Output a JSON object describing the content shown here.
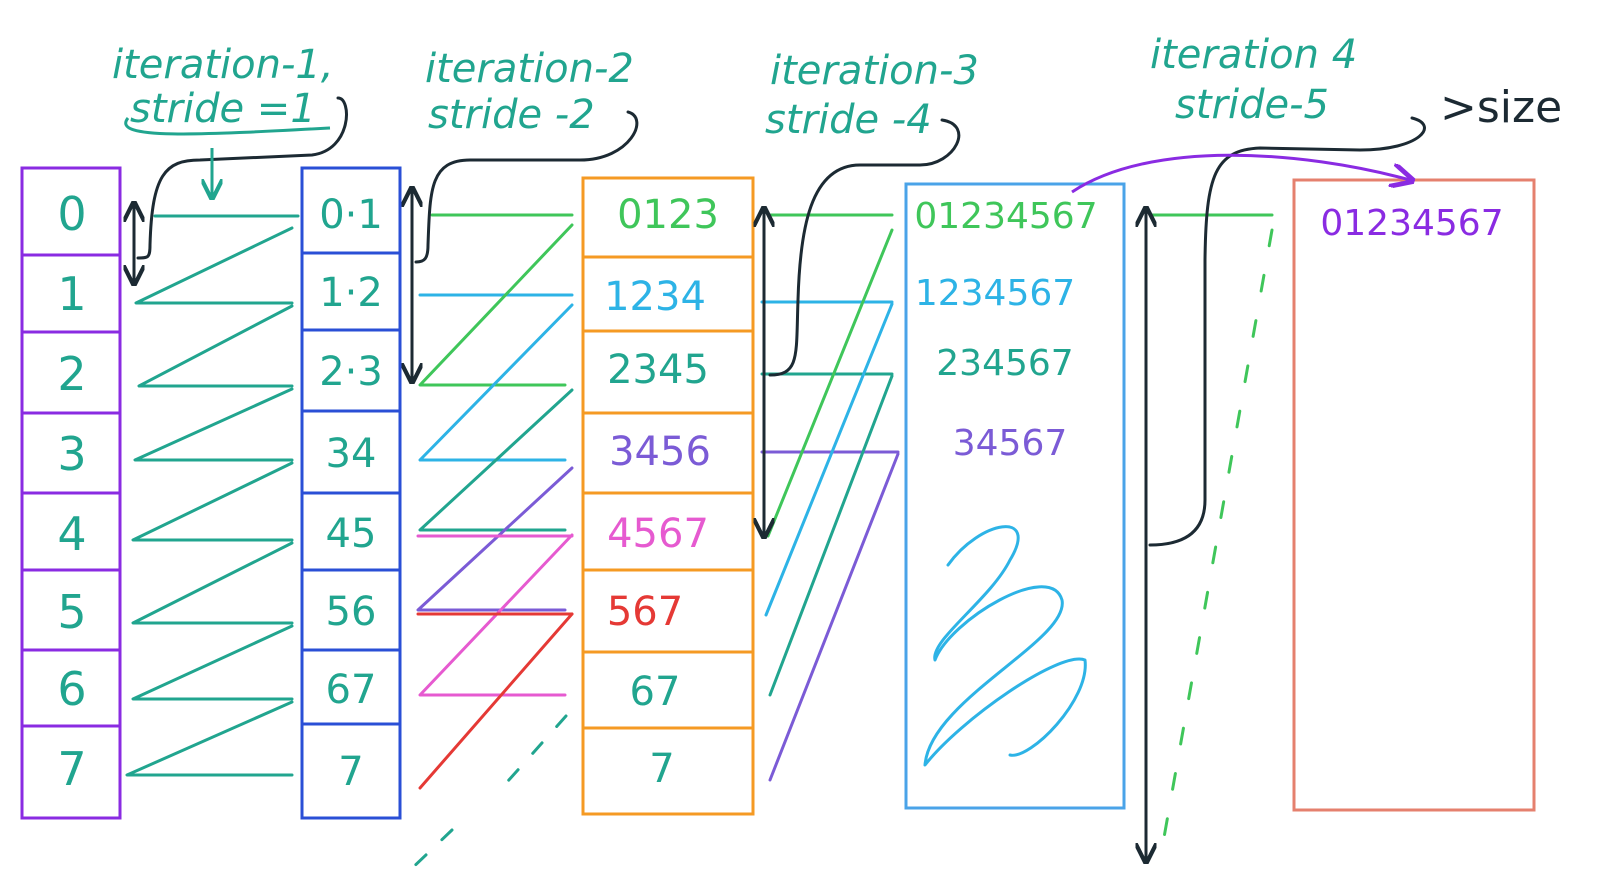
{
  "colors": {
    "purple": "#8a2be2",
    "blue": "#2a4fd6",
    "orange": "#f59a23",
    "lightblue": "#4aa3e8",
    "salmon": "#e5806e",
    "teal": "#21a58f",
    "green": "#3fc65a",
    "cyan": "#2db3e6",
    "violet": "#7b5bd6",
    "pink": "#e65ad0",
    "red": "#e53935",
    "dark": "#1c2a33"
  },
  "labels": {
    "iter1_line1": "iteration-1,",
    "iter1_line2": "stride =1",
    "iter2_line1": "iteration-2",
    "iter2_line2": "stride -2",
    "iter3_line1": "iteration-3",
    "iter3_line2": "stride -4",
    "iter4_line1": "iteration 4",
    "iter4_line2": "stride-5",
    "size_note": ">size"
  },
  "columns": {
    "col1": [
      "0",
      "1",
      "2",
      "3",
      "4",
      "5",
      "6",
      "7"
    ],
    "col2": [
      "0·1",
      "1·2",
      "2·3",
      "34",
      "45",
      "56",
      "67",
      "7"
    ],
    "col3": [
      {
        "text": "0123",
        "color": "green"
      },
      {
        "text": "1234",
        "color": "cyan"
      },
      {
        "text": "2345",
        "color": "teal"
      },
      {
        "text": "3456",
        "color": "violet"
      },
      {
        "text": "4567",
        "color": "pink"
      },
      {
        "text": "567",
        "color": "red"
      },
      {
        "text": "67",
        "color": "teal"
      },
      {
        "text": "7",
        "color": "teal"
      }
    ],
    "col4": [
      {
        "text": "01234567",
        "color": "green"
      },
      {
        "text": "1234567",
        "color": "cyan"
      },
      {
        "text": "234567",
        "color": "teal"
      },
      {
        "text": "34567",
        "color": "violet"
      }
    ],
    "col5": [
      {
        "text": "01234567",
        "color": "purple"
      }
    ]
  }
}
